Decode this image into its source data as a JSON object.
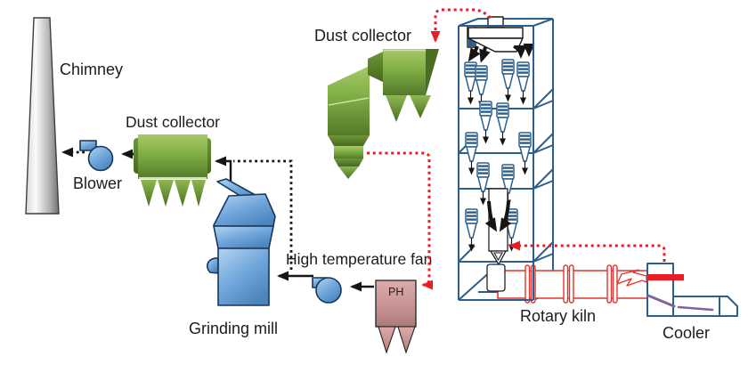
{
  "palette": {
    "green-light": "#a6c968",
    "green-mid": "#7fae45",
    "green-dark": "#54792a",
    "blue-light": "#b3d4f0",
    "blue-mid": "#6fa6da",
    "blue-dark": "#17365d",
    "tower-blue": "#2b5f8e",
    "kiln-red": "#e5332b",
    "dot-red": "#ec1c24",
    "pink-light": "#dcacac",
    "pink-dark": "#ad7878",
    "purple": "#8064a2",
    "chimney-light": "#fafafa",
    "chimney-dark": "#707070",
    "ink": "#1c1c1c"
  },
  "labels": {
    "chimney": "Chimney",
    "blower": "Blower",
    "dust_collector_left": "Dust collector",
    "dust_collector_top": "Dust collector",
    "grinding_mill": "Grinding mill",
    "high_temperature_fan": "High temperature fan",
    "ph_unit": "PH",
    "rotary_kiln": "Rotary kiln",
    "cooler": "Cooler"
  }
}
